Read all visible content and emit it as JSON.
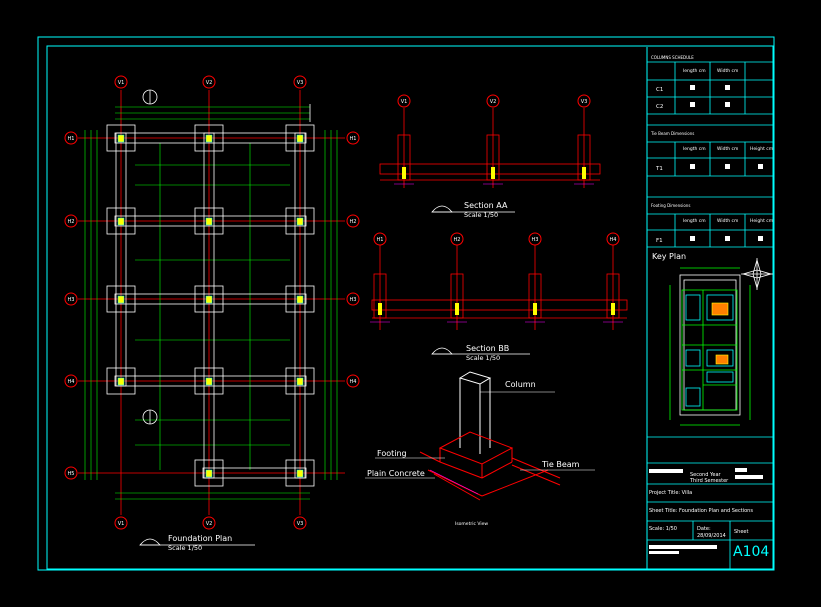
{
  "colors": {
    "frame": "#00ffff",
    "grid_axis": "#ff0000",
    "dimension": "#00ff00",
    "wall": "#ffffff",
    "column_fill": "#ffff00",
    "bubble": "#ff0000",
    "accent_magenta": "#ff00ff"
  },
  "plan": {
    "title": "Foundation Plan",
    "scale": "Scale 1/50",
    "axis_top_labels": [
      "V1",
      "V2",
      "V3"
    ],
    "axis_side_labels": [
      "H1",
      "H2",
      "H3",
      "H4",
      "H5"
    ]
  },
  "section_aa": {
    "title": "Section AA",
    "scale": "Scale 1/50",
    "axis_labels": [
      "V1",
      "V2",
      "V3"
    ]
  },
  "section_bb": {
    "title": "Section BB",
    "scale": "Scale 1/50",
    "axis_labels": [
      "H1",
      "H2",
      "H3",
      "H4"
    ]
  },
  "isometric": {
    "column": "Column",
    "footing": "Footing",
    "plain_concrete": "Plain Concrete",
    "tie_beam": "Tie Beam",
    "view_label": "Isometric View"
  },
  "schedules": {
    "column": {
      "title": "COLUMNS SCHEDULE",
      "headers": [
        "length cm",
        "Width cm"
      ],
      "rows": [
        "C1",
        "C2"
      ]
    },
    "tie_beam": {
      "title": "Tie Beam Dimensions",
      "headers": [
        "length cm",
        "Width cm",
        "Height cm"
      ],
      "rows": [
        "T1"
      ]
    },
    "footing": {
      "title": "Footing Dimensions",
      "headers": [
        "length cm",
        "Width cm",
        "Height cm"
      ],
      "rows": [
        "F1"
      ]
    }
  },
  "key_plan": {
    "title": "Key Plan"
  },
  "title_block": {
    "year": "Second Year",
    "semester": "Third Semester",
    "project": "Project Title: Villa",
    "sheet_title": "Sheet Title: Foundation Plan and Sections",
    "scale": "Scale: 1/50",
    "date_label": "Date:",
    "date_value": "28/09/2014",
    "sheet_label": "Sheet",
    "sheet_number": "A104"
  }
}
